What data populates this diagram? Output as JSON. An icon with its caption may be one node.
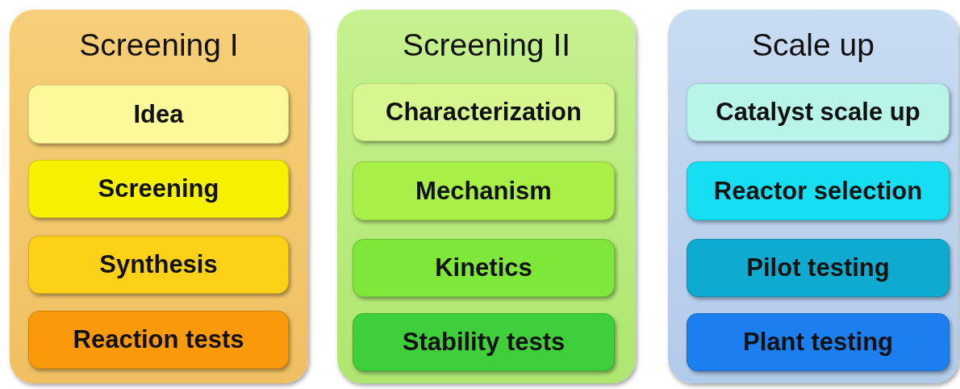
{
  "diagram": {
    "nodes": [
      {
        "text": [
          "Screening I"
        ]
      },
      {
        "text": [
          "Idea"
        ],
        "in": 0
      },
      {
        "text": [
          "Screening"
        ],
        "in": 0
      },
      {
        "text": [
          "Synthesis"
        ],
        "in": 0
      },
      {
        "text": [
          "Reaction tests"
        ],
        "in": 0
      },
      {
        "text": [
          "Screening II"
        ]
      },
      {
        "text": [
          "Characterization"
        ],
        "in": 5
      },
      {
        "text": [
          "Mechanism"
        ],
        "in": 5
      },
      {
        "text": [
          "Kinetics"
        ],
        "in": 5
      },
      {
        "text": [
          "Stability tests"
        ],
        "in": 5
      },
      {
        "text": [
          "Scale up"
        ]
      },
      {
        "text": [
          "Catalyst scale up"
        ],
        "in": 10
      },
      {
        "text": [
          "Reactor selection"
        ],
        "in": 10
      },
      {
        "text": [
          "Pilot testing"
        ],
        "in": 10
      },
      {
        "text": [
          "Plant testing"
        ],
        "in": 10
      }
    ]
  }
}
